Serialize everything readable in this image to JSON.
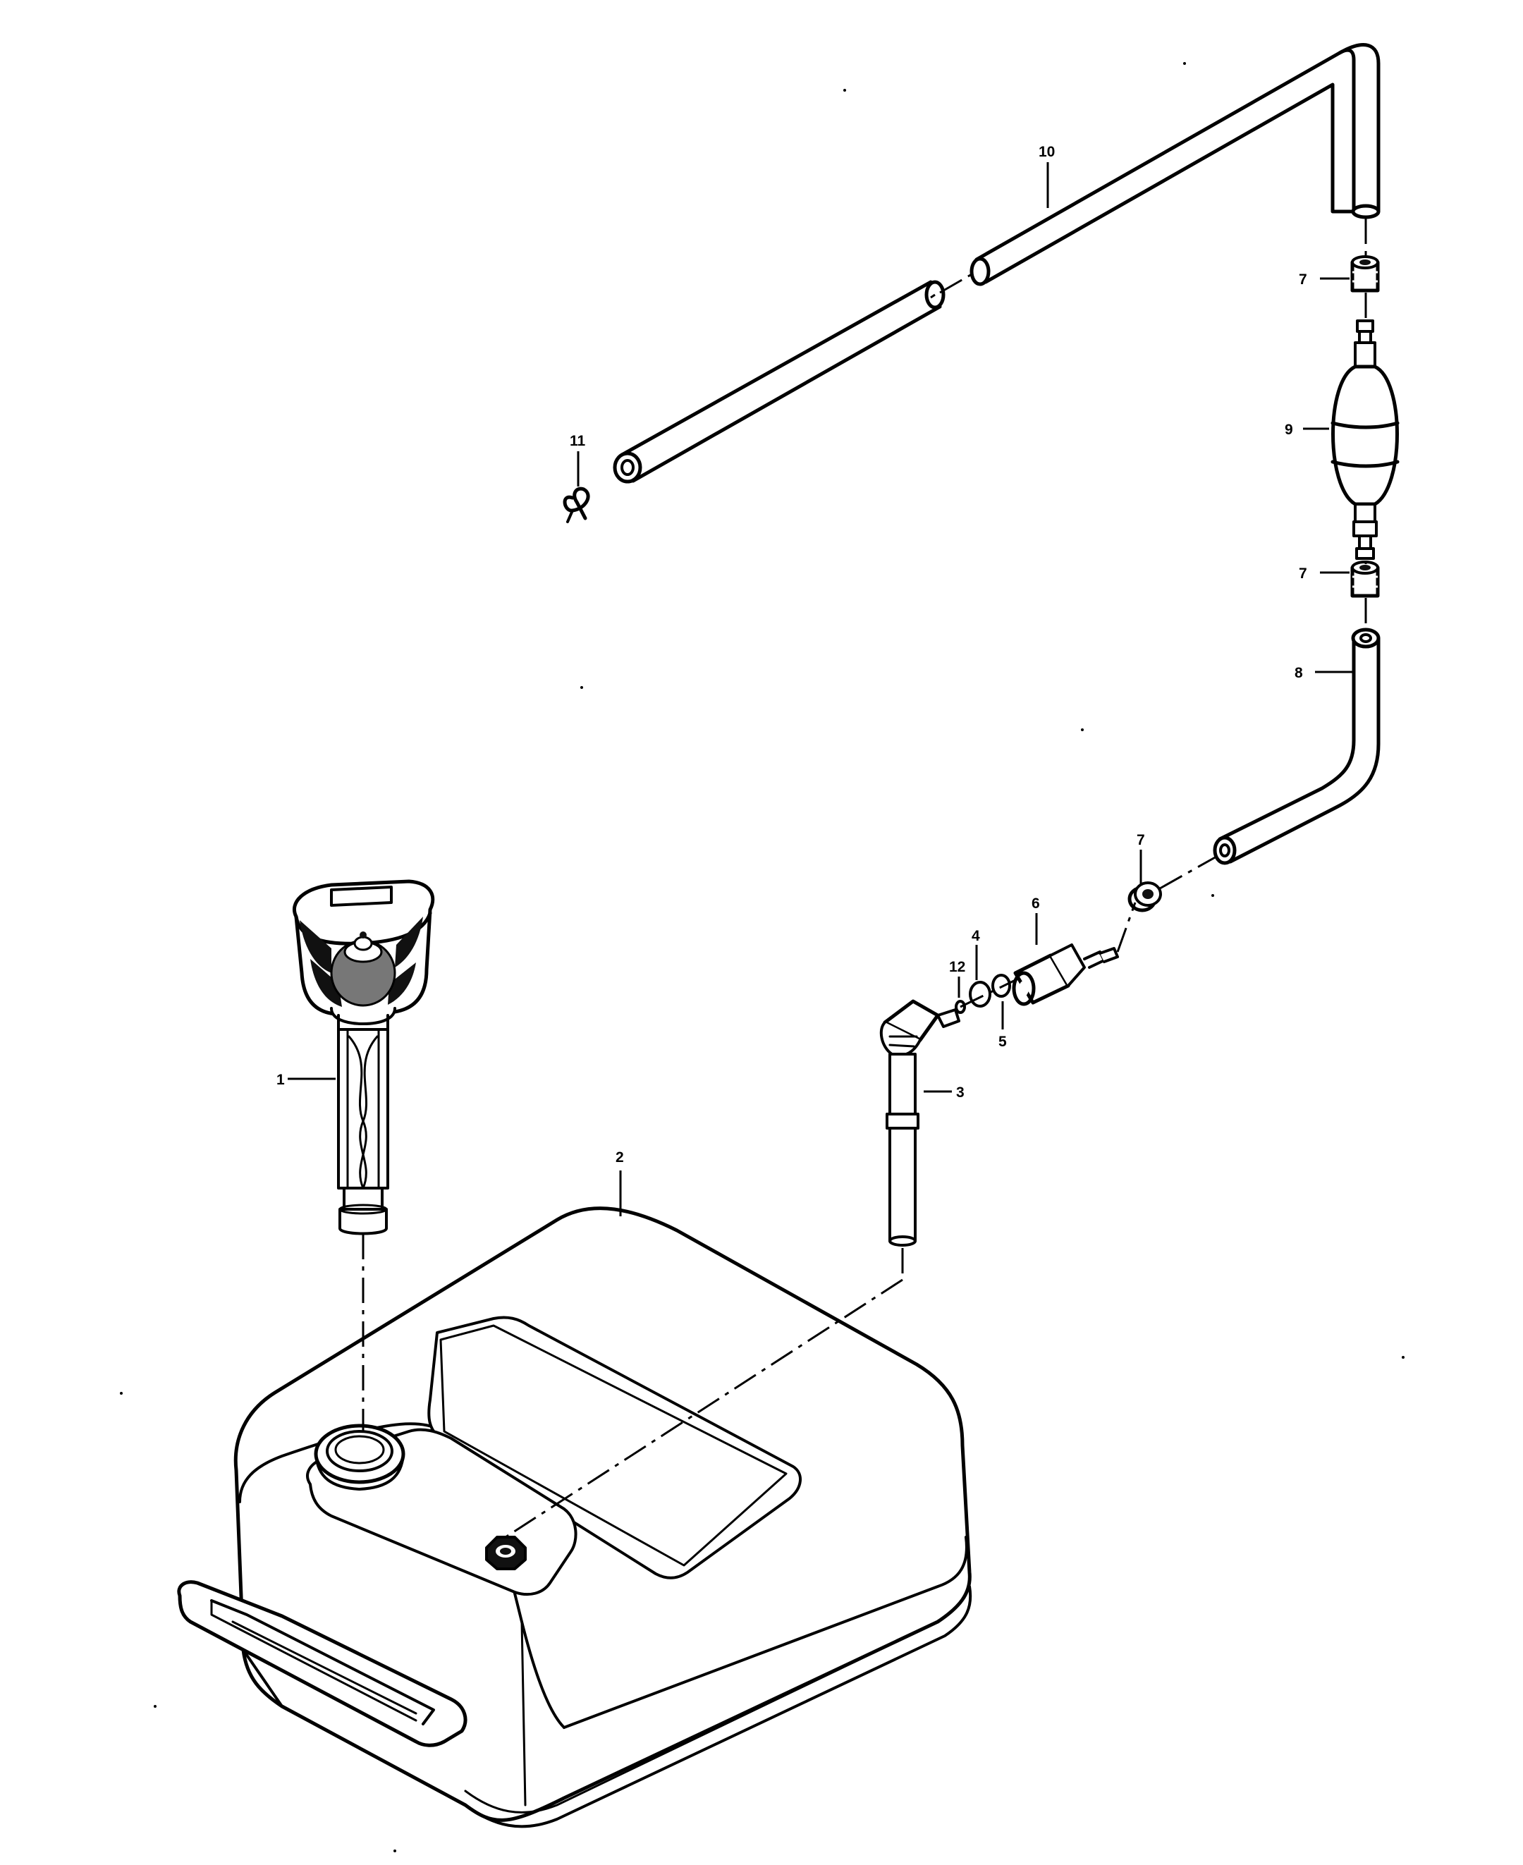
{
  "callouts": {
    "c1": "1",
    "c2": "2",
    "c3": "3",
    "c4": "4",
    "c5": "5",
    "c6": "6",
    "c7a": "7",
    "c7b": "7",
    "c7c": "7",
    "c8": "8",
    "c9": "9",
    "c10": "10",
    "c11": "11",
    "c12": "12"
  }
}
